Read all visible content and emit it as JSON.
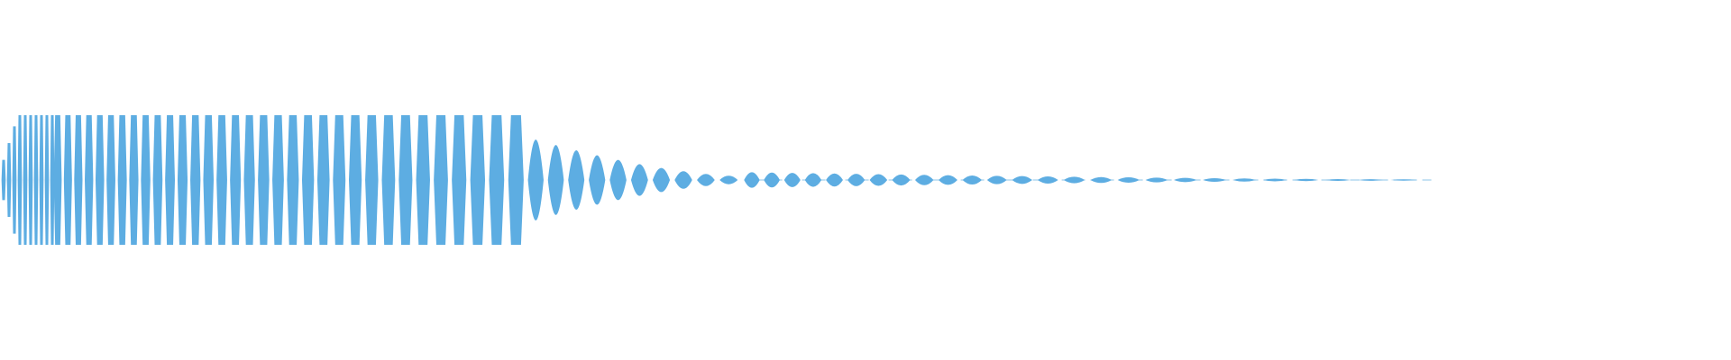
{
  "waveform": {
    "color": "#5dade2",
    "background": "#ffffff",
    "envelope": {
      "sustain_end_fraction": 0.3,
      "decay_end_fraction": 0.43,
      "tail_end_fraction": 0.82
    }
  }
}
